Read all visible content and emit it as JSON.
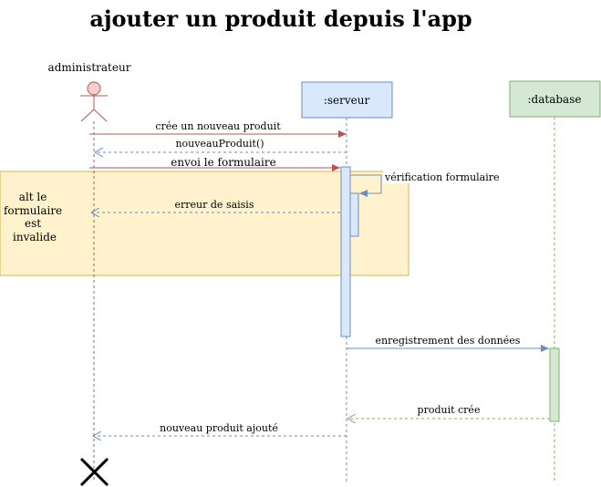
{
  "title": "ajouter un produit depuis l'app",
  "participants": {
    "actor": "administrateur",
    "server": ":serveur",
    "database": ":database"
  },
  "alt": {
    "label_lines": [
      "alt le",
      "formulaire",
      "est",
      "invalide"
    ]
  },
  "messages": {
    "create_product": "crée un nouveau produit",
    "new_product_call": "nouveauProduit()",
    "send_form": "envoi le formulaire",
    "form_check": "vérification formulaire",
    "input_error": "erreur de saisis",
    "save_data": "enregistrement des données",
    "product_created": "produit crée",
    "product_added": "nouveau produit ajouté"
  },
  "colors": {
    "actor_fill": "#f8cecc",
    "actor_stroke": "#b85450",
    "server_fill": "#dae8fc",
    "server_stroke": "#6c8ebf",
    "db_fill": "#d5e8d4",
    "db_stroke": "#82b366",
    "alt_fill": "#fff2cc",
    "alt_stroke": "#d6b656",
    "sync_arrow": "#b85450"
  }
}
